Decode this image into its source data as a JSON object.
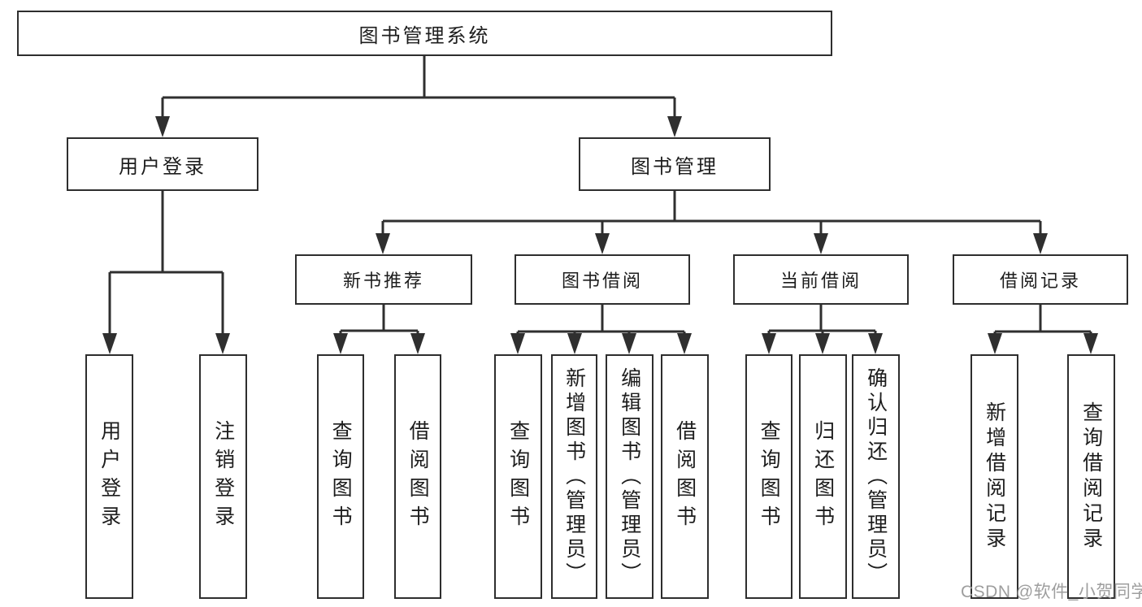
{
  "diagram": {
    "root": {
      "label": "图书管理系统"
    },
    "level2": [
      {
        "label": "用户登录"
      },
      {
        "label": "图书管理"
      }
    ],
    "level3": [
      {
        "label": "新书推荐"
      },
      {
        "label": "图书借阅"
      },
      {
        "label": "当前借阅"
      },
      {
        "label": "借阅记录"
      }
    ],
    "leaves": [
      {
        "label": "用户登录"
      },
      {
        "label": "注销登录"
      },
      {
        "label": "查询图书"
      },
      {
        "label": "借阅图书"
      },
      {
        "label": "查询图书"
      },
      {
        "label": "新增图书（管理员）"
      },
      {
        "label": "编辑图书（管理员）"
      },
      {
        "label": "借阅图书"
      },
      {
        "label": "查询图书"
      },
      {
        "label": "归还图书"
      },
      {
        "label": "确认归还（管理员）"
      },
      {
        "label": "新增借阅记录"
      },
      {
        "label": "查询借阅记录"
      }
    ],
    "watermark": "CSDN @软件_小贺同学",
    "colors": {
      "background": "#ffffff",
      "box_border": "#2e2e2e",
      "line": "#2f2f2f",
      "text": "#1d1d1d",
      "watermark": "#9e9e9e"
    }
  }
}
